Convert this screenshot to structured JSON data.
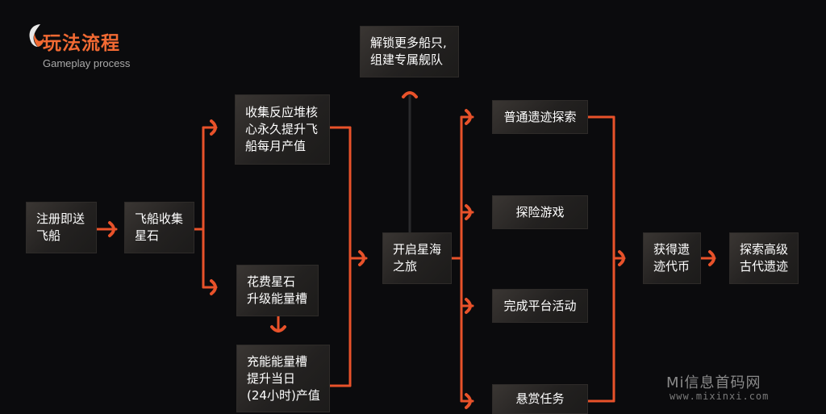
{
  "header": {
    "title": "玩法流程",
    "subtitle": "Gameplay process"
  },
  "nodes": {
    "register": {
      "line1": "注册即送",
      "line2": "飞船"
    },
    "collect": {
      "line1": "飞船收集",
      "line2": "星石"
    },
    "reactor": {
      "line1": "收集反应堆核",
      "line2": "心永久提升飞",
      "line3": "船每月产值"
    },
    "spend": {
      "line1": "花费星石",
      "line2": "升级能量槽"
    },
    "charge": {
      "line1": "充能能量槽",
      "line2": "提升当日",
      "line3": "(24小时)产值"
    },
    "voyage": {
      "line1": "开启星海",
      "line2": "之旅"
    },
    "unlock": {
      "line1": "解锁更多船只,",
      "line2": "组建专属舰队"
    },
    "explore": {
      "line1": "普通遗迹探索"
    },
    "adventure": {
      "line1": "探险游戏"
    },
    "activity": {
      "line1": "完成平台活动"
    },
    "bounty": {
      "line1": "悬赏任务"
    },
    "coins": {
      "line1": "获得遗",
      "line2": "迹代币"
    },
    "advanced": {
      "line1": "探索高级",
      "line2": "古代遗迹"
    }
  },
  "watermark": {
    "line1": "Mi信息首码网",
    "line2": "www.mixinxi.com"
  },
  "colors": {
    "accent": "#f36a33",
    "line": "#e8522a",
    "background": "#0b0b0d"
  }
}
